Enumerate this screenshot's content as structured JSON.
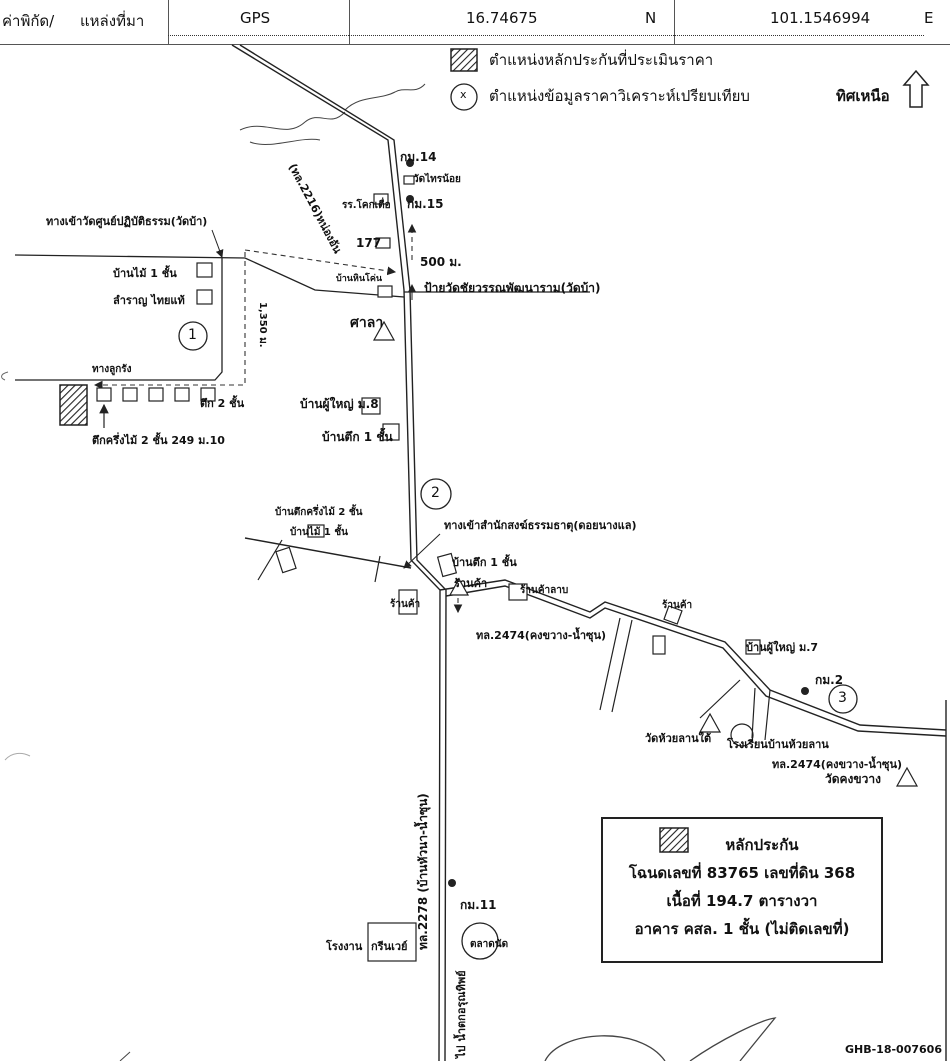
{
  "header": {
    "coord_label": "ค่าพิกัด/",
    "source_label": "แหล่งที่มา",
    "source_value": "GPS",
    "latitude": "16.74675",
    "lat_dir": "N",
    "longitude": "101.1546994",
    "lon_dir": "E"
  },
  "legend": {
    "collateral_position": "ตำแหน่งหลักประกันที่ประเมินราคา",
    "comparable_mark": "x",
    "comparable_position": "ตำแหน่งข้อมูลราคาวิเคราะห์เปรียบเทียบ",
    "north": "ทิศเหนือ"
  },
  "labels": {
    "road_top": "(ทล.2216)หน่องอัน",
    "km14": "กม.14",
    "temple_small": "วัดไทรน้อย",
    "school": "รร.โคกเตื่อ",
    "km15": "กม.15",
    "num177": "177",
    "dist500": "500 ม.",
    "entrance_center": "ทางเข้าวัดศูนย์ปฏิบัติธรรม(วัดบ้า)",
    "wood_house_1": "บ้านไม้ 1 ชั้น",
    "fence_thai": "ลำราญ ไทยแท้",
    "house_near_sign": "บ้านหินโค่น",
    "temple_sign": "ป้ายวัดชัยวรรณพัฒนาราม(วัดบ้า)",
    "sala": "ศาลา",
    "dist1350": "1,350 ม.",
    "soil_road": "ทางลูกรัง",
    "building_2": "ตึก 2 ชั้น",
    "half_wood_249": "ตึกครึ่งไม้ 2 ชั้น 249 ม.10",
    "village_head_m8": "บ้านผู้ใหญ่ ม.8",
    "brick_house_1": "บ้านตึก 1 ชั้น",
    "half_wood_2": "บ้านตึกครึ่งไม้ 2 ชั้น",
    "wood_house_small": "บ้านไม้ 1 ชั้น",
    "monastery_entrance": "ทางเข้าสำนักสงฆ์ธรรมธาตุ(ดอยนางแล)",
    "brick_house_1b": "บ้านตึก 1 ชั้น",
    "shop_a": "ร้านค้า",
    "shop_b": "ร้านค้าลาบ",
    "shop_c": "ร้านค้า",
    "shop_d": "ร้านค้า",
    "road_2474": "ทล.2474(คงขวาง-น้ำซุน)",
    "village_head_m7": "บ้านผู้ใหญ่ ม.7",
    "km2": "กม.2",
    "temple_huay": "วัดห้วยลานใต้",
    "school_huay": "โรงเรียนบ้านห้วยลาน",
    "road_2474b": "ทล.2474(คงขวาง-น้ำซุน)",
    "temple_kong": "วัดคงขวาง",
    "road_2278": "ทล.2278 (บ้านหัวนา-น้ำซุน)",
    "km11": "กม.11",
    "factory_prefix": "โรงงาน",
    "factory_name": "กรีนเวย์",
    "market": "ตลาดนัด",
    "to_dest": "ไป น้ำตกอรุณทิพย์",
    "doc_code": "GHB-18-007606"
  },
  "markers": {
    "m1": "1",
    "m2": "2",
    "m3": "3"
  },
  "info_box": {
    "title": "หลักประกัน",
    "deed": "โฉนดเลขที่ 83765 เลขที่ดิน 368",
    "area": "เนื้อที่ 194.7 ตารางวา",
    "building": "อาคาร คสล. 1 ชั้น (ไม่ติดเลขที่)"
  }
}
